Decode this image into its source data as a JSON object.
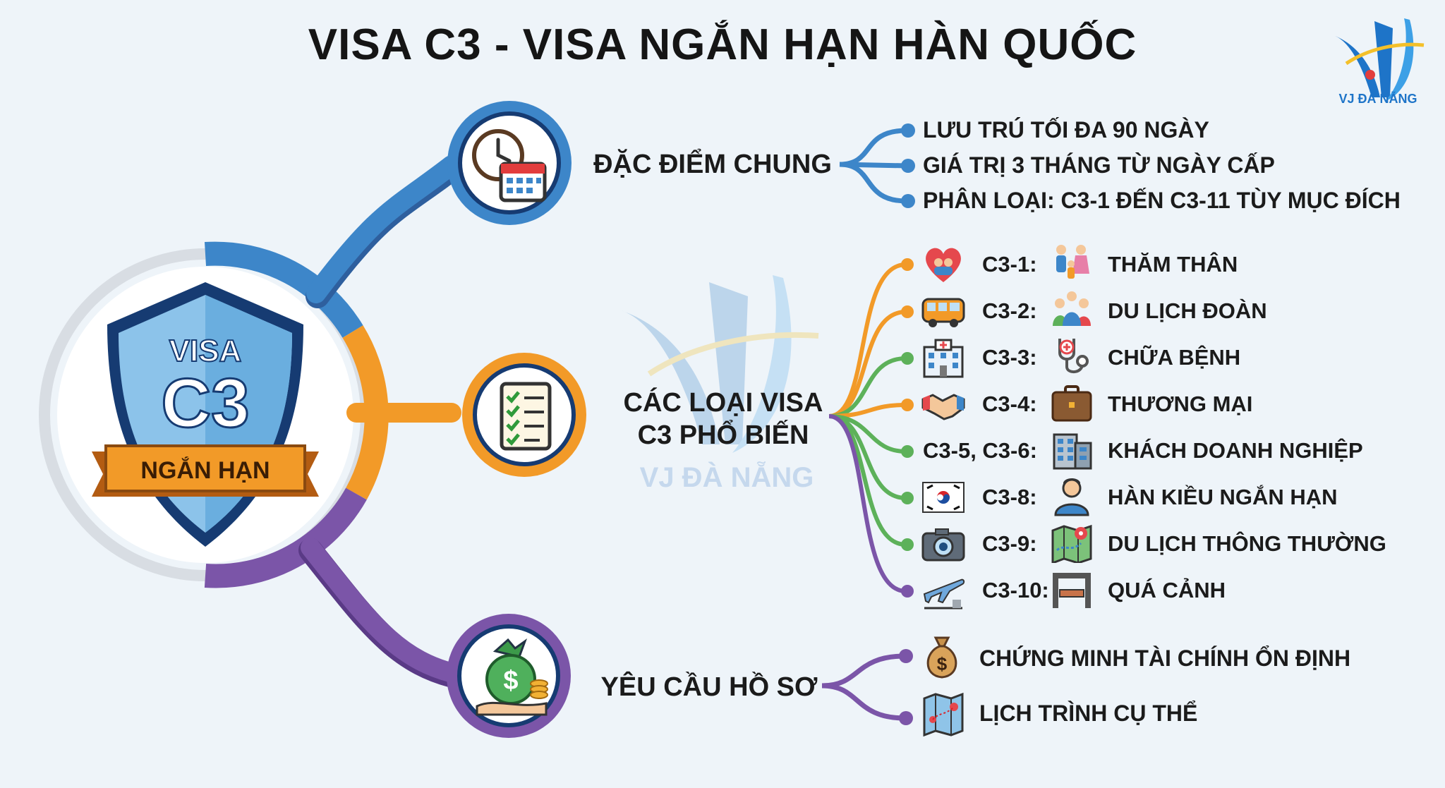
{
  "title": "VISA C3 - VISA NGẮN HẠN HÀN QUỐC",
  "brand": {
    "name": "VJ ĐÀ NẴNG",
    "colors": {
      "blue": "#3d86c9",
      "orange": "#f29a28",
      "purple": "#7b55a8",
      "green": "#5db15a",
      "navy": "#163b72"
    }
  },
  "badge": {
    "top": "VISA",
    "big": "C3",
    "ribbon": "NGẮN HẠN"
  },
  "sections": {
    "general": {
      "title": "ĐẶC ĐIỂM CHUNG",
      "icon": "clock-calendar-icon",
      "items": [
        "LƯU TRÚ TỐI ĐA 90 NGÀY",
        "GIÁ TRỊ 3 THÁNG TỪ NGÀY CẤP",
        "PHÂN LOẠI: C3-1 ĐẾN C3-11 TÙY MỤC ĐÍCH"
      ]
    },
    "types": {
      "title_line1": "CÁC LOẠI VISA",
      "title_line2": "C3 PHỔ BIẾN",
      "icon": "checklist-icon",
      "items": [
        {
          "code": "C3-1:",
          "name": "THĂM THÂN",
          "icon1": "family-heart-icon",
          "icon2": "family-icon"
        },
        {
          "code": "C3-2:",
          "name": "DU LỊCH ĐOÀN",
          "icon1": "bus-icon",
          "icon2": "group-icon"
        },
        {
          "code": "C3-3:",
          "name": "CHỮA BỆNH",
          "icon1": "hospital-icon",
          "icon2": "stethoscope-icon"
        },
        {
          "code": "C3-4:",
          "name": "THƯƠNG MẠI",
          "icon1": "handshake-icon",
          "icon2": "briefcase-icon"
        },
        {
          "code": "C3-5, C3-6:",
          "name": "KHÁCH DOANH NGHIỆP",
          "icon1": "",
          "icon2": "office-building-icon"
        },
        {
          "code": "C3-8:",
          "name": "HÀN KIỀU NGẮN HẠN",
          "icon1": "korea-flag-icon",
          "icon2": "person-icon"
        },
        {
          "code": "C3-9:",
          "name": "DU LỊCH THÔNG THƯỜNG",
          "icon1": "camera-icon",
          "icon2": "map-pin-icon"
        },
        {
          "code": "C3-10:",
          "name": "QUÁ CẢNH",
          "icon1": "airplane-icon",
          "icon2": "transit-gate-icon"
        }
      ]
    },
    "documents": {
      "title": "YÊU CẦU HỒ SƠ",
      "icon": "money-bag-hand-icon",
      "items": [
        {
          "name": "CHỨNG MINH TÀI CHÍNH ỔN ĐỊNH",
          "icon": "money-bag-icon"
        },
        {
          "name": "LỊCH TRÌNH CỤ THỂ",
          "icon": "folded-map-icon"
        }
      ]
    }
  }
}
